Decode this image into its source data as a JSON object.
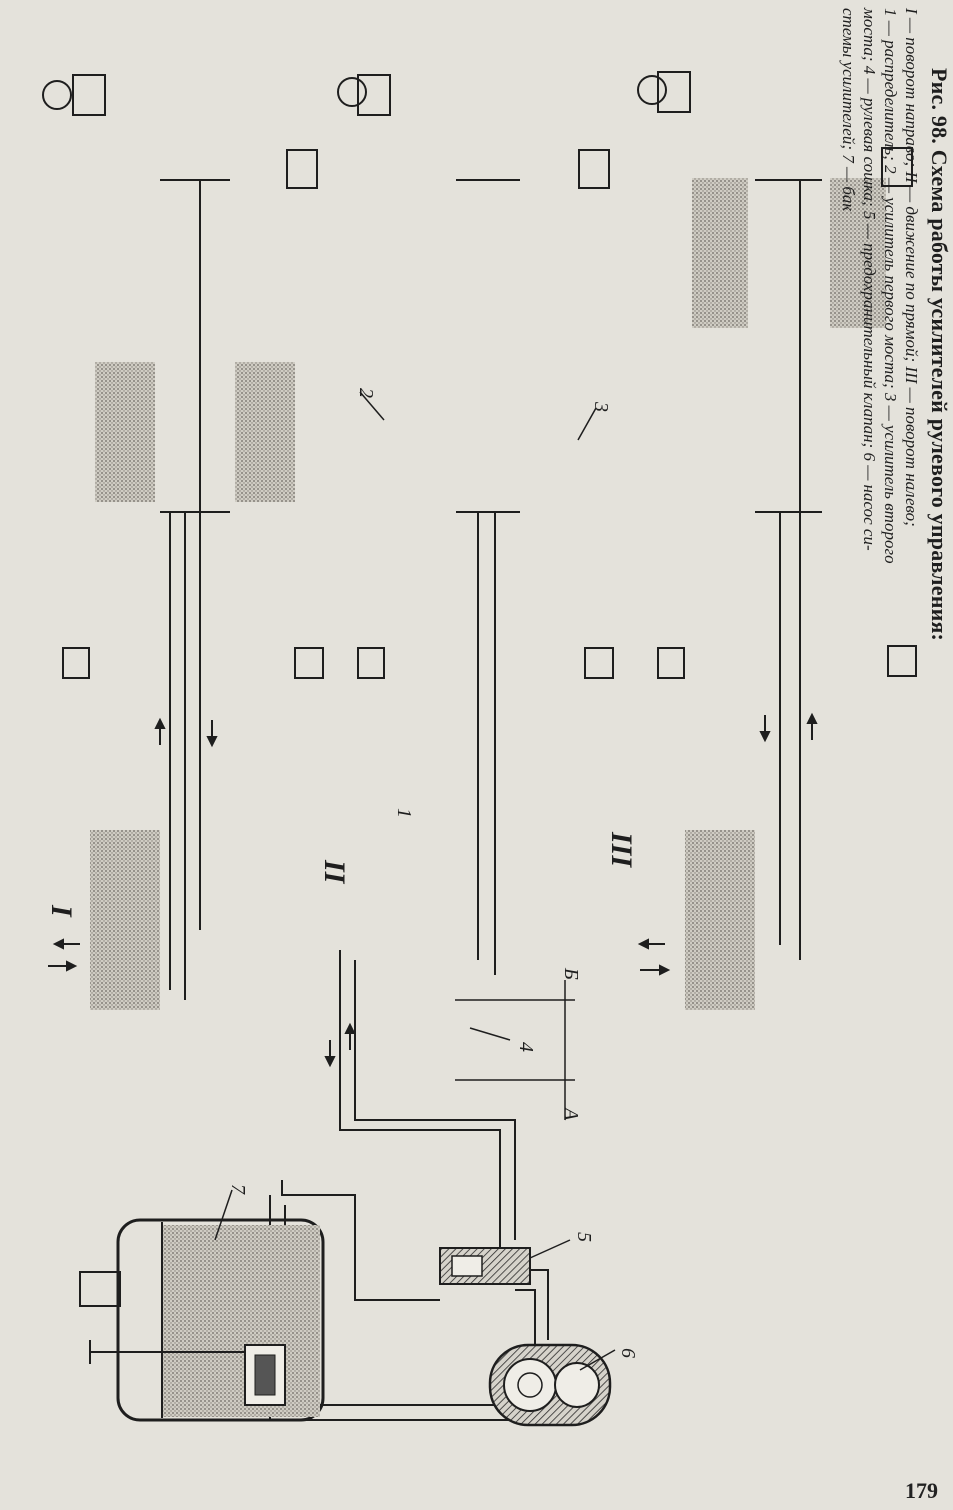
{
  "caption": {
    "figure_label": "Рис. 98.",
    "title": "Схема работы усилителей рулевого управления:",
    "line1": "I — поворот направо;  II — движение по прямой;  III — поворот налево;",
    "line2": "1 — распределитель; 2 — усилитель первого моста; 3 — усилитель второго",
    "line3": "моста; 4 — рулевая сошка; 5 — предохранительный клапан; 6 — насос си-",
    "line4": "стемы усилителей; 7 — бак"
  },
  "labels": {
    "mode_1": "I",
    "mode_2": "II",
    "mode_3": "III",
    "part_1": "1",
    "part_2": "2",
    "part_3": "3",
    "part_4": "4",
    "part_5": "5",
    "part_6": "6",
    "part_7": "7",
    "dim_a": "А",
    "dim_b": "Б"
  },
  "page_number": "179",
  "colors": {
    "paper": "#e4e2db",
    "ink": "#1e1e1e",
    "fluid": "#8a8780"
  }
}
